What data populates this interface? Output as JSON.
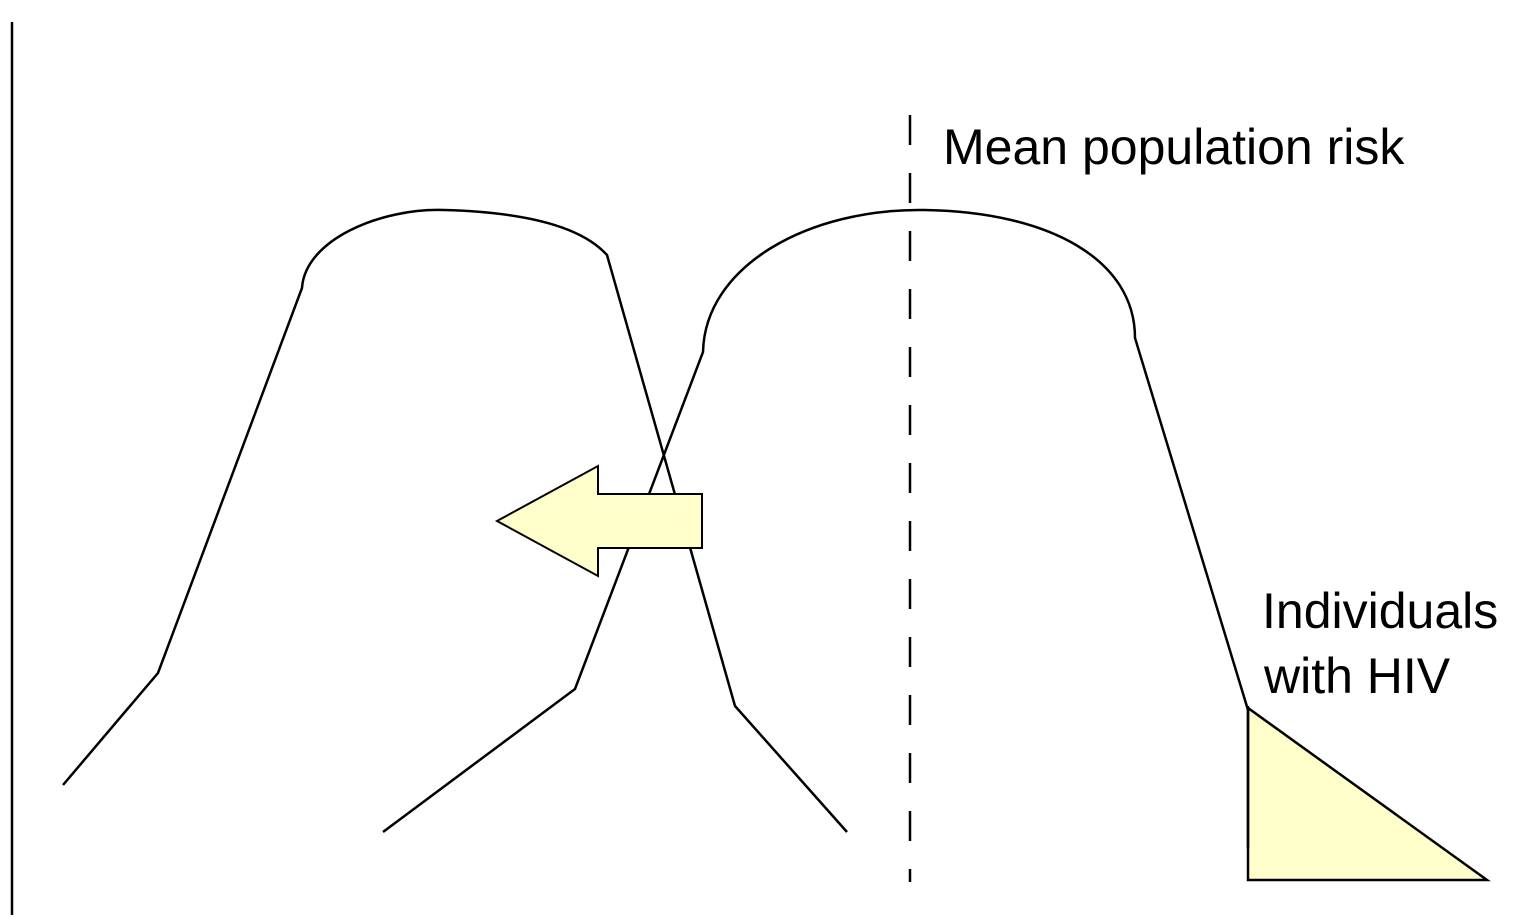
{
  "labels": {
    "mean_line": "Mean population risk",
    "tail_line1": "Individuals",
    "tail_line2": "with HIV"
  },
  "colors": {
    "stroke": "#000000",
    "highlight_fill": "#ffffcc",
    "background": "#ffffff"
  }
}
